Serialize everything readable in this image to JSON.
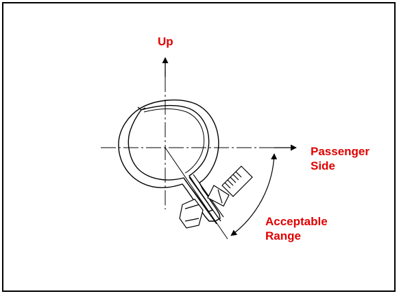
{
  "labels": {
    "up": "Up",
    "passenger_line1": "Passenger",
    "passenger_line2": "Side",
    "acceptable_line1": "Acceptable",
    "acceptable_line2": "Range"
  },
  "colors": {
    "label": "#e00000",
    "line": "#000000",
    "background": "#ffffff"
  }
}
